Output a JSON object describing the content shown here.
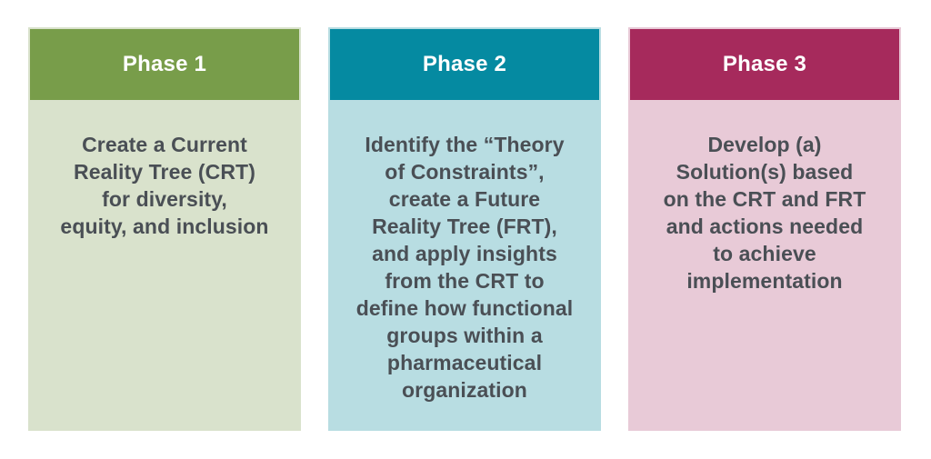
{
  "diagram": {
    "background_color": "#ffffff",
    "body_text_color": "#4a4f55",
    "header_text_color": "#ffffff"
  },
  "phases": [
    {
      "id": "phase-1",
      "header_label": "Phase 1",
      "header_color": "#789d4a",
      "body_color": "#d9e2cc",
      "body_text": "Create a Current\nReality Tree (CRT)\nfor diversity,\nequity, and inclusion"
    },
    {
      "id": "phase-2",
      "header_label": "Phase 2",
      "header_color": "#058aa1",
      "body_color": "#b8dde2",
      "body_text": "Identify the “Theory\nof Constraints”,\ncreate a Future\nReality Tree (FRT),\nand apply insights\nfrom the CRT to\ndefine how functional\ngroups within a\npharmaceutical\norganization"
    },
    {
      "id": "phase-3",
      "header_label": "Phase 3",
      "header_color": "#a62a5c",
      "body_color": "#e8cad7",
      "body_text": "Develop (a)\nSolution(s) based\non the CRT and FRT\nand actions needed\nto achieve\nimplementation"
    }
  ]
}
